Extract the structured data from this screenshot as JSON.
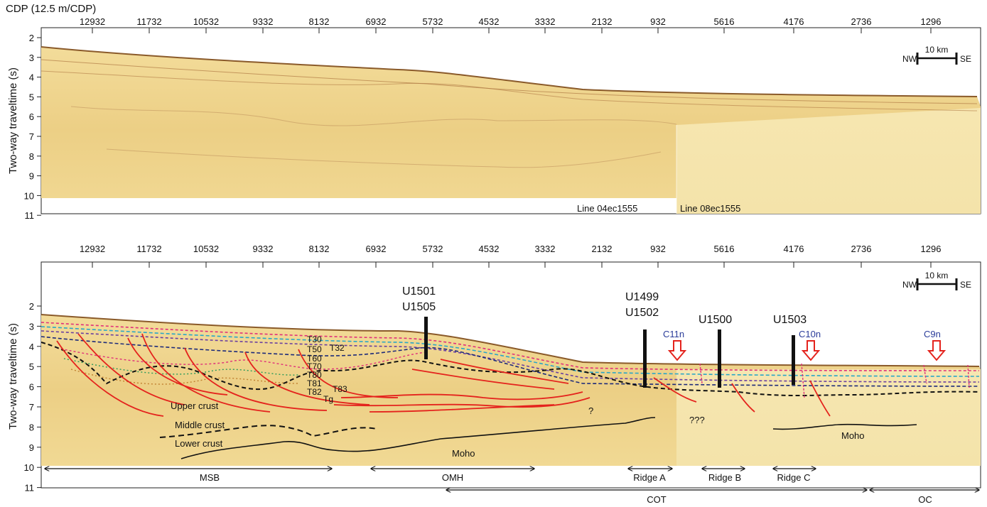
{
  "axis_top_label": "CDP (12.5 m/CDP)",
  "cdp_ticks": [
    "12932",
    "11732",
    "10532",
    "9332",
    "8132",
    "6932",
    "5732",
    "4532",
    "3332",
    "2132",
    "932",
    "5616",
    "4176",
    "2736",
    "1296"
  ],
  "y_label": "Two-way traveltime (s)",
  "top_y_ticks": [
    "2",
    "3",
    "4",
    "5",
    "6",
    "7",
    "8",
    "9",
    "10",
    "11"
  ],
  "bottom_y_ticks": [
    "2",
    "3",
    "4",
    "5",
    "6",
    "7",
    "8",
    "9",
    "10",
    "11"
  ],
  "scale_bar": {
    "length": "10 km",
    "left": "NW",
    "right": "SE"
  },
  "line_names": [
    "Line 04ec1555",
    "Line 08ec1555"
  ],
  "sites": [
    "U1501",
    "U1505",
    "U1499",
    "U1502",
    "U1500",
    "U1503"
  ],
  "chrons": [
    "C11n",
    "C10n",
    "C9n"
  ],
  "horizons": [
    "T30",
    "T50",
    "T32",
    "T60",
    "T70",
    "T80",
    "T81",
    "T82",
    "T83",
    "Tg"
  ],
  "crust_labels": [
    "Upper crust",
    "Middle crust",
    "Lower crust",
    "Moho",
    "Moho",
    "???",
    "?"
  ],
  "zones": [
    "MSB",
    "OMH",
    "Ridge A",
    "Ridge B",
    "Ridge C",
    "COT",
    "OC"
  ]
}
